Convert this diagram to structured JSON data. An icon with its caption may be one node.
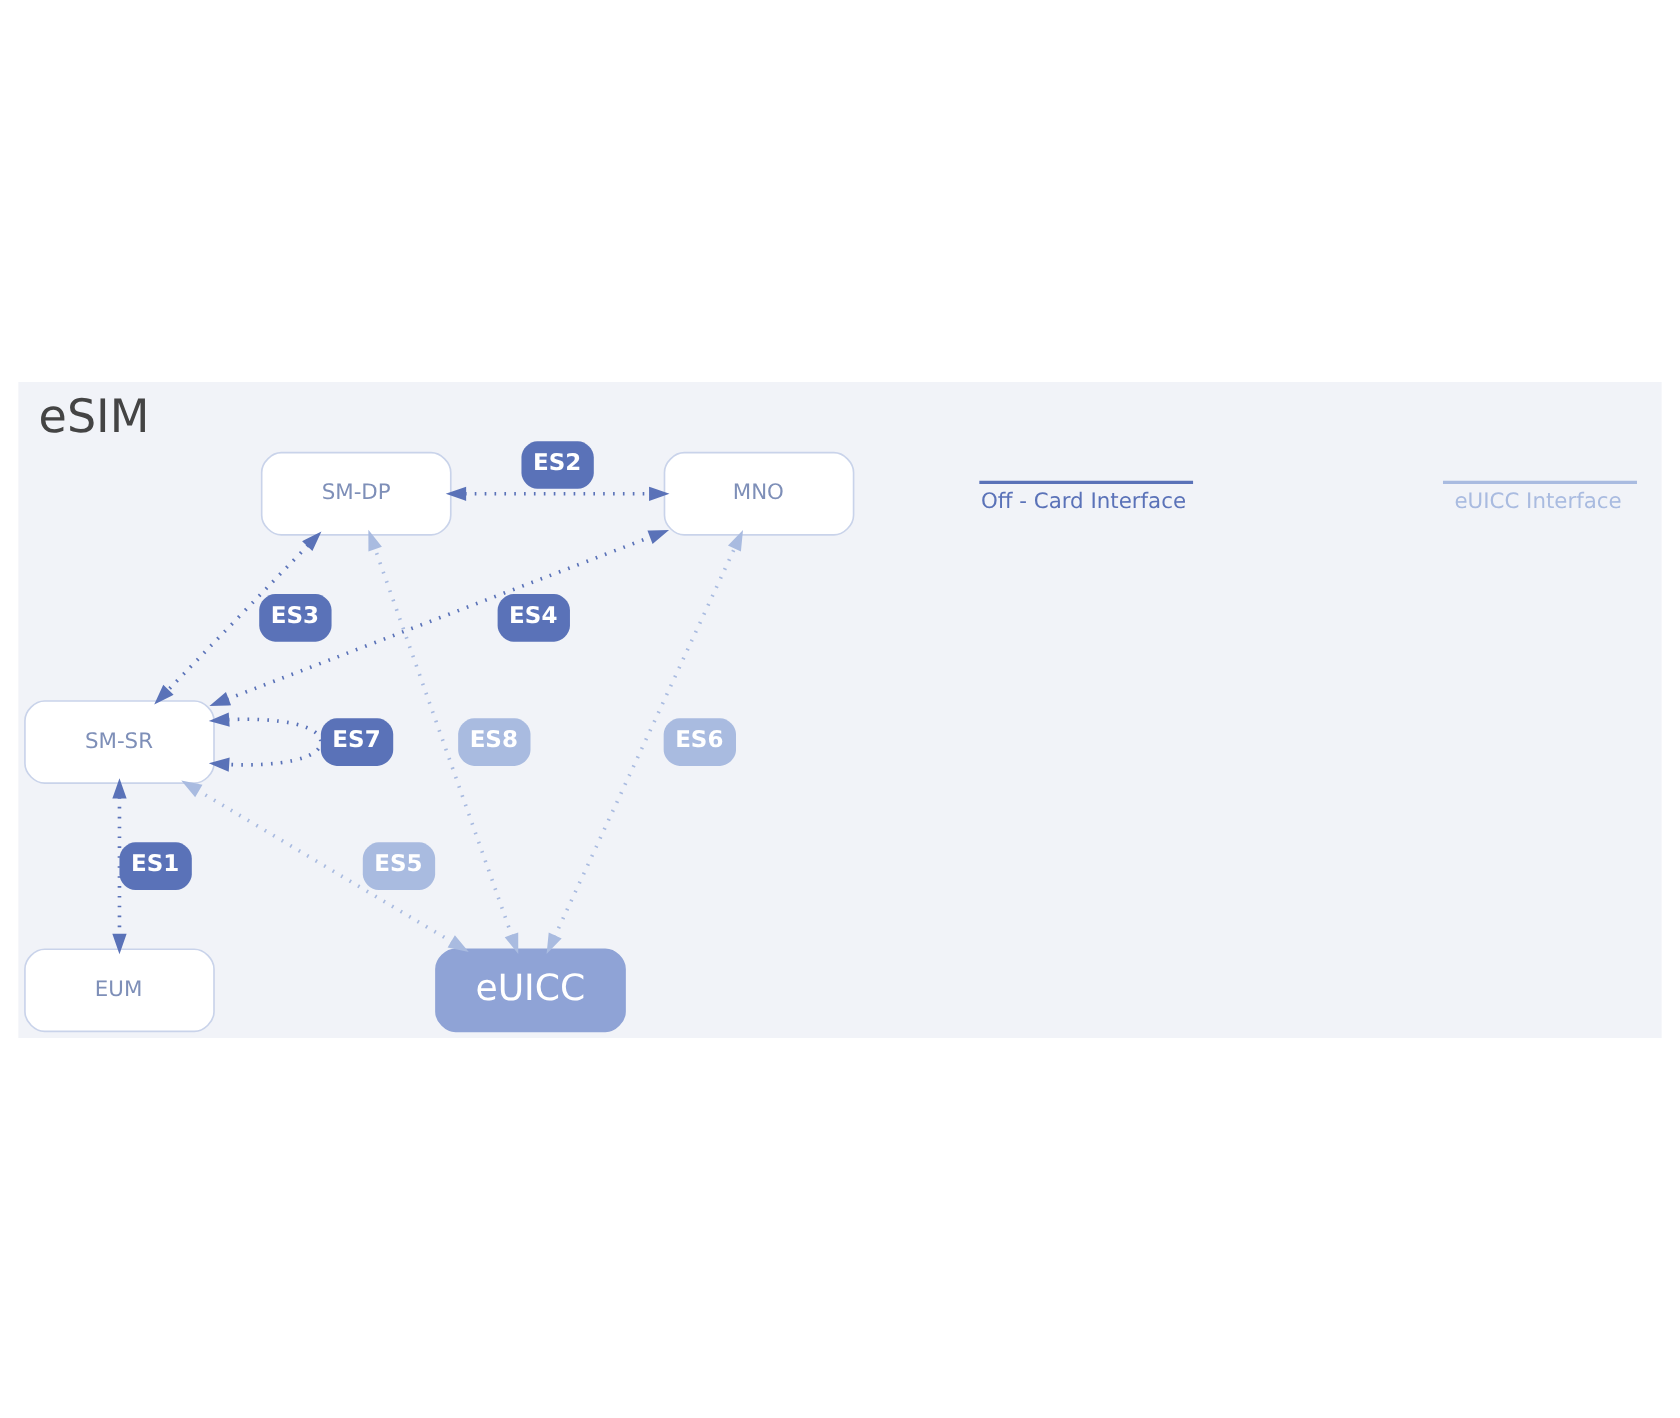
{
  "diagram": {
    "title": "eSIM",
    "nodes": [
      {
        "text": [
          "SM-DP"
        ]
      },
      {
        "text": [
          "MNO"
        ]
      },
      {
        "text": [
          "SM-SR"
        ]
      },
      {
        "text": [
          "EUM"
        ]
      },
      {
        "text": [
          "eUICC"
        ]
      }
    ],
    "edges": [
      {
        "from": 0,
        "to": 1,
        "arrow": "both",
        "label": "ES2"
      },
      {
        "from": 0,
        "to": 2,
        "arrow": "both",
        "label": "ES3"
      },
      {
        "from": 2,
        "to": 2,
        "arrow": "both",
        "label": "ES7"
      },
      {
        "from": 2,
        "to": 1,
        "arrow": "both",
        "label": "ES4"
      },
      {
        "from": 2,
        "to": 3,
        "arrow": "both",
        "label": "ES1"
      },
      {
        "from": 4,
        "to": 0,
        "arrow": "both",
        "label": "ES8",
        "color": "#a9bbe0"
      },
      {
        "from": 4,
        "to": 2,
        "arrow": "both",
        "label": "ES5",
        "color": "#a9bbe0"
      },
      {
        "from": 4,
        "to": 1,
        "arrow": "both",
        "label": "ES6",
        "color": "#a9bbe0"
      }
    ],
    "legend": [
      {
        "text": "Off - Card Interface"
      },
      {
        "text": "eUICC Interface"
      }
    ]
  }
}
